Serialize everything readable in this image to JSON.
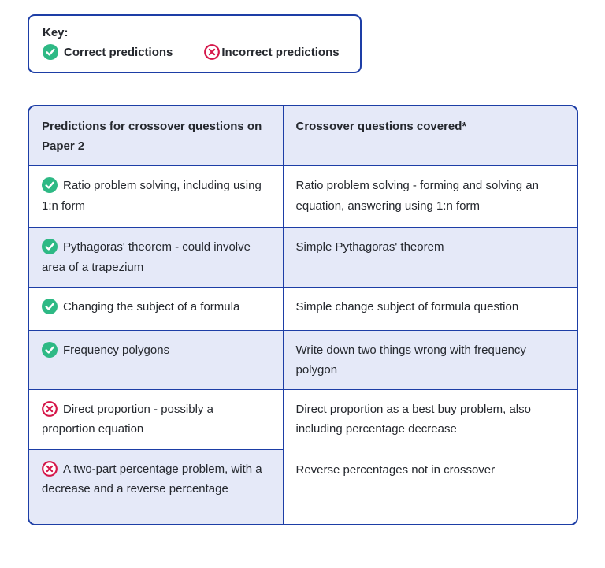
{
  "colors": {
    "border_blue": "#1d3ea6",
    "row_band_lavender": "#e5e9f8",
    "correct_green": "#2eb985",
    "incorrect_red": "#d5174a"
  },
  "key": {
    "title": "Key:",
    "items": [
      {
        "icon": "check-circle-icon",
        "label": "Correct predictions"
      },
      {
        "icon": "x-circle-icon",
        "label": "Incorrect predictions"
      }
    ]
  },
  "table": {
    "headers": [
      "Predictions for crossover questions on Paper 2",
      "Crossover questions covered*"
    ],
    "rows": [
      {
        "icon": "check-circle-icon",
        "prediction": "Ratio problem solving, including using 1:n form",
        "covered": "Ratio problem solving - forming and solving an equation, answering using 1:n form"
      },
      {
        "icon": "check-circle-icon",
        "prediction": "Pythagoras' theorem - could involve area of a trapezium",
        "covered": "Simple Pythagoras' theorem"
      },
      {
        "icon": "check-circle-icon",
        "prediction": "Changing the subject of a formula",
        "covered": "Simple change subject of formula question"
      },
      {
        "icon": "check-circle-icon",
        "prediction": "Frequency polygons",
        "covered": "Write down two things wrong with frequency polygon"
      },
      {
        "icon": "x-circle-icon",
        "prediction": "Direct proportion - possibly a proportion equation",
        "covered": "Direct proportion as a best buy problem, also including percentage decrease"
      },
      {
        "icon": "x-circle-icon",
        "prediction": "A two-part percentage problem, with a decrease and a reverse percentage",
        "covered": "Reverse percentages not in crossover"
      }
    ]
  }
}
